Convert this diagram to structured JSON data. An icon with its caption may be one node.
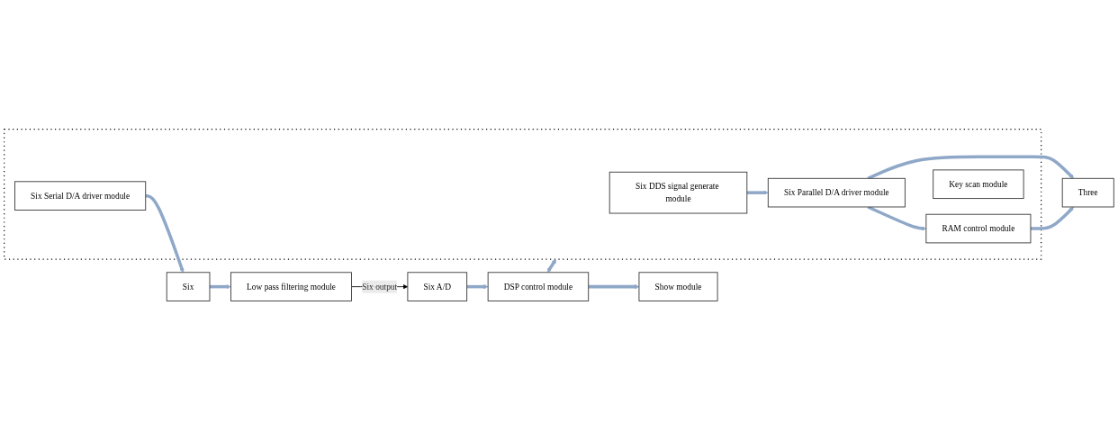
{
  "diagram": {
    "nodes": [
      {
        "text": [
          "Show module"
        ]
      },
      {
        "text": [
          "DSP control module"
        ]
      },
      {
        "text": [
          "Six A/D"
        ]
      },
      {
        "text": [],
        "shape": "box"
      },
      {
        "text": [
          "Six DDS signal generate module"
        ],
        "in": 3
      },
      {
        "text": [
          "Six Parallel D/A driver module"
        ],
        "in": 3
      },
      {
        "text": [
          "RAM control module"
        ],
        "in": 3
      },
      {
        "text": [
          "Key scan module"
        ],
        "in": 3
      },
      {
        "text": [
          "Six Serial D/A driver module"
        ],
        "in": 3
      },
      {
        "text": [
          "Three"
        ]
      },
      {
        "text": [
          "Six"
        ]
      },
      {
        "text": [
          "Low pass filtering module"
        ]
      }
    ],
    "edges": [
      {
        "from": 1,
        "to": 0,
        "arrow": "to"
      },
      {
        "from": 2,
        "to": 1,
        "arrow": "to"
      },
      {
        "from": 1,
        "to": 3,
        "arrow": "both"
      },
      {
        "from": 4,
        "to": 5,
        "arrow": "to"
      },
      {
        "from": 5,
        "to": 6,
        "arrow": "to"
      },
      {
        "from": 5,
        "to": 9,
        "arrow": "to"
      },
      {
        "from": 6,
        "to": 9,
        "arrow": "to"
      },
      {
        "from": 8,
        "to": 10,
        "arrow": "to"
      },
      {
        "from": 10,
        "to": 11,
        "arrow": "to"
      },
      {
        "from": 11,
        "to": 2,
        "arrow": "to",
        "label": "Six output",
        "color": "#000000"
      }
    ]
  }
}
